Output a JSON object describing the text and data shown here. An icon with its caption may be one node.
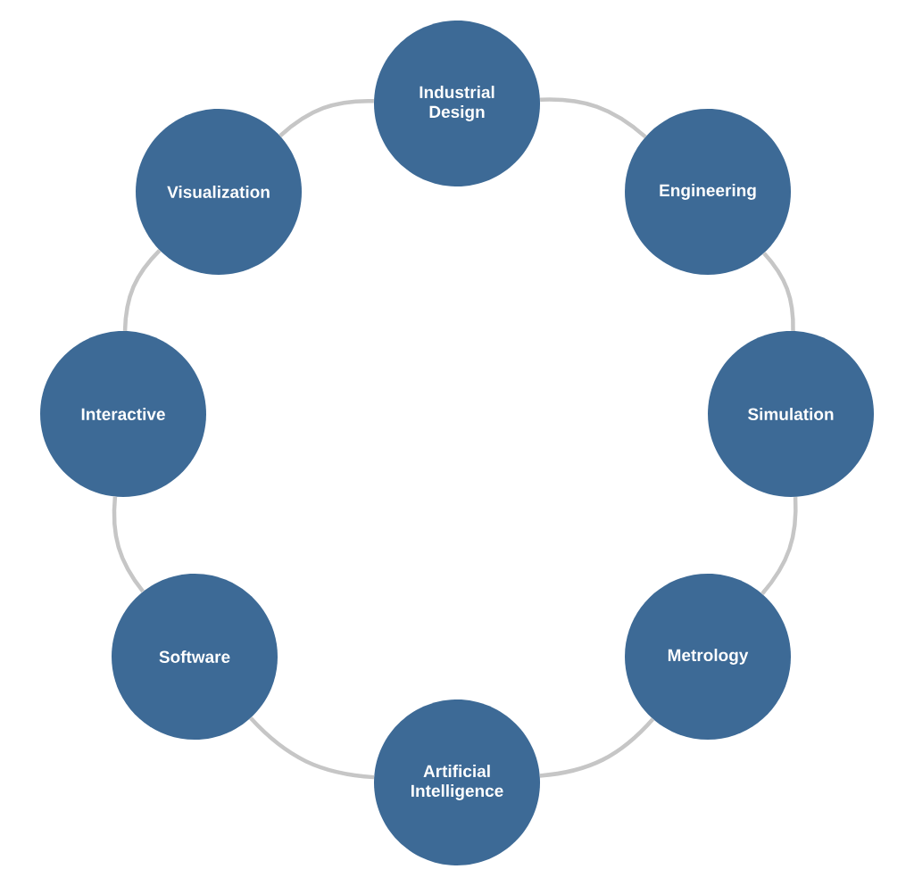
{
  "diagram": {
    "nodes": [
      {
        "text": [
          "Industrial Design"
        ]
      },
      {
        "text": [
          "Engineering"
        ]
      },
      {
        "text": [
          "Simulation"
        ]
      },
      {
        "text": [
          "Metrology"
        ]
      },
      {
        "text": [
          "Artificial Intelligence"
        ]
      },
      {
        "text": [
          "Software"
        ]
      },
      {
        "text": [
          "Interactive"
        ]
      },
      {
        "text": [
          "Visualization"
        ]
      }
    ],
    "edges": [
      {
        "from": 0,
        "to": 1,
        "arrow": "none"
      },
      {
        "from": 1,
        "to": 2,
        "arrow": "none"
      },
      {
        "from": 2,
        "to": 3,
        "arrow": "none"
      },
      {
        "from": 3,
        "to": 4,
        "arrow": "none"
      },
      {
        "from": 4,
        "to": 5,
        "arrow": "none"
      },
      {
        "from": 5,
        "to": 6,
        "arrow": "none"
      },
      {
        "from": 6,
        "to": 7,
        "arrow": "none"
      },
      {
        "from": 7,
        "to": 0,
        "arrow": "none"
      }
    ]
  }
}
